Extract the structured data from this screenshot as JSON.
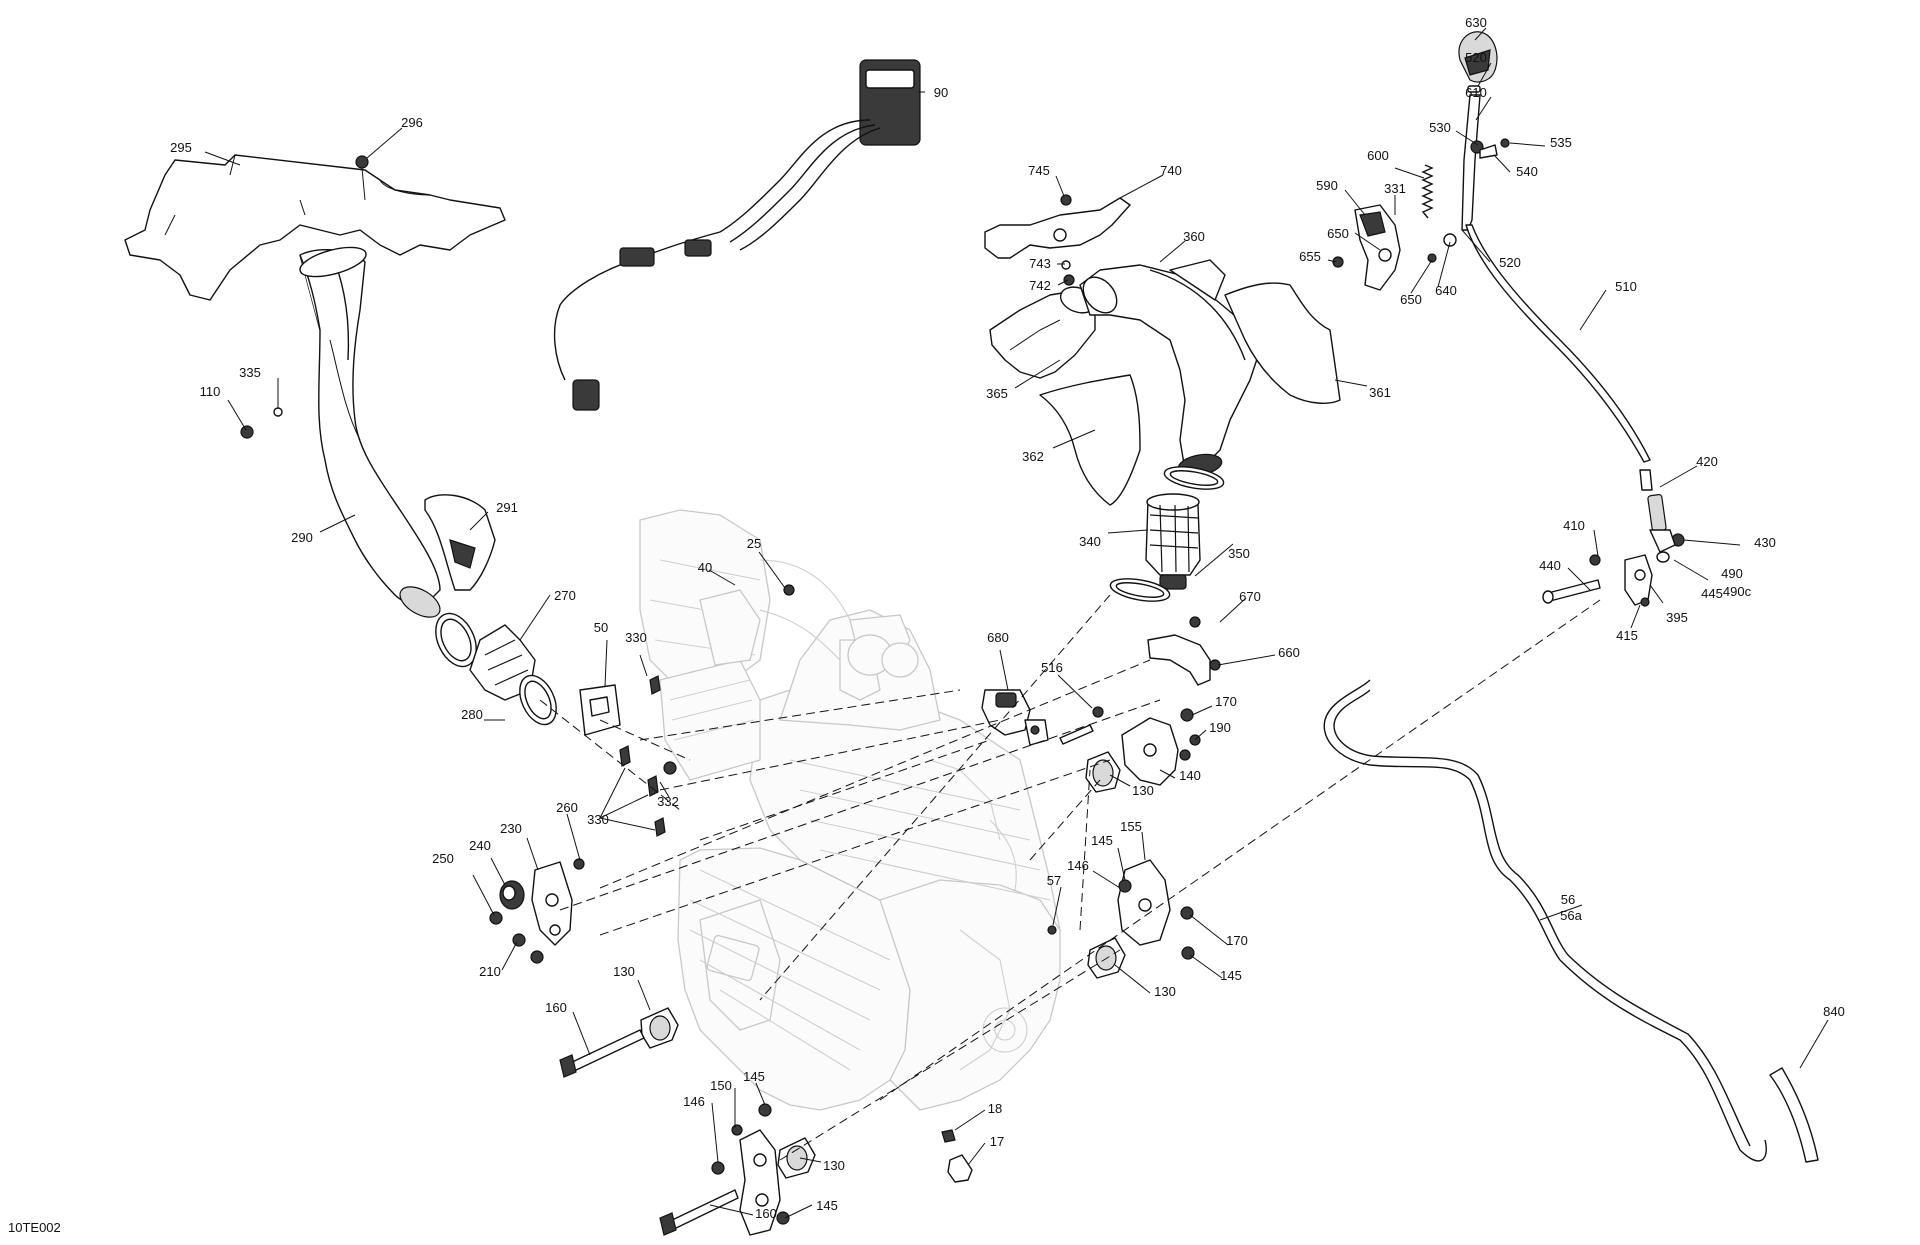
{
  "figure_id": "10TE002",
  "callouts": [
    {
      "label": "630"
    },
    {
      "label": "520"
    },
    {
      "label": "90"
    },
    {
      "label": "610"
    },
    {
      "label": "296"
    },
    {
      "label": "530"
    },
    {
      "label": "535"
    },
    {
      "label": "295"
    },
    {
      "label": "745"
    },
    {
      "label": "740"
    },
    {
      "label": "600"
    },
    {
      "label": "540"
    },
    {
      "label": "590"
    },
    {
      "label": "331"
    },
    {
      "label": "650"
    },
    {
      "label": "360"
    },
    {
      "label": "743"
    },
    {
      "label": "655"
    },
    {
      "label": "520"
    },
    {
      "label": "742"
    },
    {
      "label": "650"
    },
    {
      "label": "640"
    },
    {
      "label": "510"
    },
    {
      "label": "335"
    },
    {
      "label": "110"
    },
    {
      "label": "365"
    },
    {
      "label": "361"
    },
    {
      "label": "362"
    },
    {
      "label": "420"
    },
    {
      "label": "291"
    },
    {
      "label": "290"
    },
    {
      "label": "410"
    },
    {
      "label": "340"
    },
    {
      "label": "430"
    },
    {
      "label": "25"
    },
    {
      "label": "350"
    },
    {
      "label": "440"
    },
    {
      "label": "490"
    },
    {
      "label": "490c"
    },
    {
      "label": "40"
    },
    {
      "label": "270"
    },
    {
      "label": "445"
    },
    {
      "label": "395"
    },
    {
      "label": "670"
    },
    {
      "label": "415"
    },
    {
      "label": "50"
    },
    {
      "label": "330"
    },
    {
      "label": "680"
    },
    {
      "label": "660"
    },
    {
      "label": "516"
    },
    {
      "label": "170"
    },
    {
      "label": "280"
    },
    {
      "label": "190"
    },
    {
      "label": "332"
    },
    {
      "label": "140"
    },
    {
      "label": "330"
    },
    {
      "label": "130"
    },
    {
      "label": "260"
    },
    {
      "label": "155"
    },
    {
      "label": "230"
    },
    {
      "label": "145"
    },
    {
      "label": "240"
    },
    {
      "label": "56"
    },
    {
      "label": "56a"
    },
    {
      "label": "250"
    },
    {
      "label": "146"
    },
    {
      "label": "57"
    },
    {
      "label": "170"
    },
    {
      "label": "210"
    },
    {
      "label": "145"
    },
    {
      "label": "130"
    },
    {
      "label": "130"
    },
    {
      "label": "160"
    },
    {
      "label": "840"
    },
    {
      "label": "145"
    },
    {
      "label": "150"
    },
    {
      "label": "18"
    },
    {
      "label": "146"
    },
    {
      "label": "17"
    },
    {
      "label": "130"
    },
    {
      "label": "160"
    },
    {
      "label": "145"
    }
  ]
}
